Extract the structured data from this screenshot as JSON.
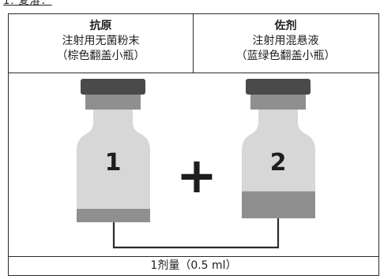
{
  "step_label": "1. 复溶：",
  "antigen": {
    "title": "抗原",
    "line1": "注射用无菌粉末",
    "line2": "（棕色翻盖小瓶）"
  },
  "adjuvant": {
    "title": "佐剂",
    "line1": "注射用混悬液",
    "line2": "（蓝绿色翻盖小瓶）"
  },
  "vial1_number": "1",
  "vial2_number": "2",
  "plus_sign": "+",
  "dose_label": "1剂量（0.5 ml）",
  "colors": {
    "cap": "#4a4a4a",
    "neck": "#8f8f8f",
    "body": "#d7d7d7",
    "fill": "#8f8f8f",
    "line": "#2b2b2b"
  },
  "vial2_fill_level": 0.32
}
